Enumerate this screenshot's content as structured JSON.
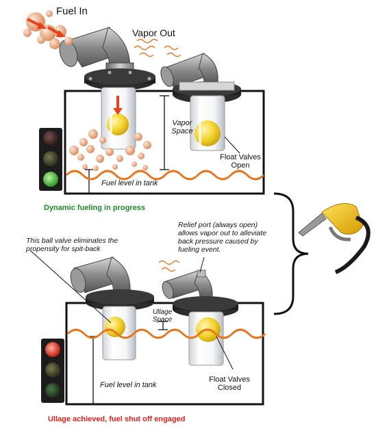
{
  "labels": {
    "fuel_in": "Fuel In",
    "vapor_out": "Vapor Out",
    "vapor_space": "Vapor\nSpace",
    "float_valves_open": "Float Valves\nOpen",
    "fuel_level_top": "Fuel level in tank",
    "dynamic_caption": "Dynamic fueling in progress",
    "relief_port": "Relief port (always open)\nallows vapor out to alleviate\nback pressure caused by\nfueling event.",
    "ball_valve": "This ball valve eliminates the\npropensity for spit-back",
    "ullage_space": "Ullage\nSpace",
    "fuel_level_bottom": "Fuel level in tank",
    "float_valves_closed": "Float Valves\nClosed",
    "ullage_caption": "Ullage achieved, fuel shut off engaged"
  },
  "colors": {
    "fuel_wave": "#e8761e",
    "dynamic_caption": "#1a8a2a",
    "ullage_caption": "#e02020",
    "nozzle_yellow": "#f0c419",
    "bubble": "#e8a27a",
    "arrow": "#e8401a",
    "light_green": "#4bbf3a",
    "light_red": "#e0301a"
  },
  "icons": [
    "traffic-light-green-icon",
    "traffic-light-red-icon",
    "fuel-nozzle-icon",
    "curly-brace-icon",
    "vapor-wave-icon"
  ]
}
